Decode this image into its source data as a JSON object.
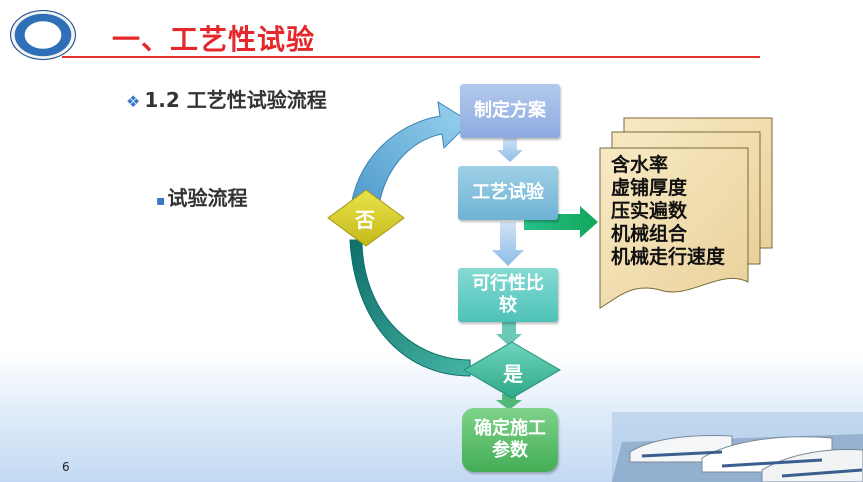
{
  "slide": {
    "title": "一、工艺性试验",
    "sub_heading_bullet": "❖",
    "sub_heading": "1.2 工艺性试验流程",
    "bullet_marker": "▪",
    "bullet_text": "试验流程",
    "page_number": "6"
  },
  "flow": {
    "steps": [
      "制定方案",
      "工艺试验",
      "可行性比较",
      "确定施工参数"
    ],
    "yes_label": "是",
    "no_label": "否"
  },
  "parameters": [
    "含水率",
    "虚铺厚度",
    "压实遍数",
    "机械组合",
    "机械走行速度"
  ],
  "colors": {
    "title": "#e5282b",
    "rule": "#e0342d",
    "bullet": "#3a79c8",
    "no_diamond": "#d9d02c",
    "yes_diamond": "#4ec2a0"
  }
}
